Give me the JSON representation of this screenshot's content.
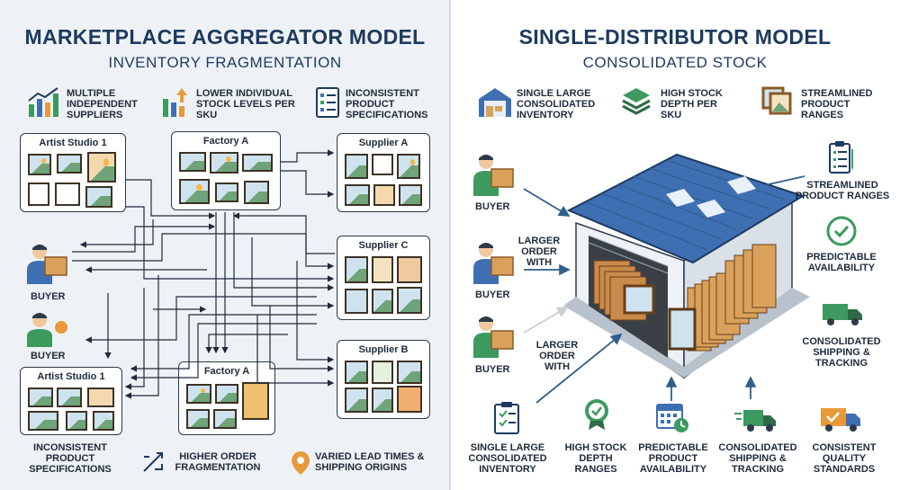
{
  "left": {
    "title": "MARKETPLACE AGGREGATOR MODEL",
    "subtitle": "INVENTORY FRAGMENTATION",
    "top_features": [
      {
        "icon": "bar-chart-icon",
        "label": "MULTIPLE INDEPENDENT SUPPLIERS"
      },
      {
        "icon": "declining-bars-icon",
        "label": "LOWER INDIVIDUAL STOCK LEVELS PER SKU"
      },
      {
        "icon": "checklist-icon",
        "label": "INCONSISTENT PRODUCT SPECIFICATIONS"
      }
    ],
    "sources": [
      "Artist Studio 1",
      "Factory A",
      "Supplier A",
      "Supplier C",
      "Artist Studio 1",
      "Factory A",
      "Supplier B"
    ],
    "buyers": [
      "BUYER",
      "BUYER"
    ],
    "bottom_features": [
      {
        "icon": "",
        "label": "INCONSISTENT PRODUCT SPECIFICATIONS"
      },
      {
        "icon": "fragmentation-arrows-icon",
        "label": "HIGHER ORDER FRAGMENTATION"
      },
      {
        "icon": "location-pin-icon",
        "label": "VARIED LEAD TIMES & SHIPPING ORIGINS"
      }
    ]
  },
  "right": {
    "title": "SINGLE-DISTRIBUTOR MODEL",
    "subtitle": "CONSOLIDATED STOCK",
    "top_features": [
      {
        "icon": "warehouse-icon",
        "label": "SINGLE LARGE CONSOLIDATED INVENTORY"
      },
      {
        "icon": "stacked-layers-icon",
        "label": "HIGH STOCK DEPTH PER SKU"
      },
      {
        "icon": "framed-pictures-icon",
        "label": "STREAMLINED PRODUCT RANGES"
      }
    ],
    "buyers": [
      "BUYER",
      "BUYER",
      "BUYER"
    ],
    "order_labels": [
      "LARGER ORDER WITH",
      "LARGER ORDER WITH"
    ],
    "side_features": [
      {
        "icon": "clipboard-icon",
        "label": "STREAMLINED PRODUCT RANGES"
      },
      {
        "icon": "check-circle-icon",
        "label": "PREDICTABLE AVAILABILITY"
      },
      {
        "icon": "delivery-truck-icon",
        "label": "CONSOLIDATED SHIPPING & TRACKING"
      }
    ],
    "bottom_features": [
      {
        "icon": "clipboard-check-icon",
        "label": "SINGLE LARGE CONSOLIDATED INVENTORY"
      },
      {
        "icon": "badge-check-icon",
        "label": "HIGH STOCK DEPTH RANGES"
      },
      {
        "icon": "calendar-clock-icon",
        "label": "PREDICTABLE PRODUCT AVAILABILITY"
      },
      {
        "icon": "fast-truck-icon",
        "label": "CONSOLIDATED SHIPPING & TRACKING"
      },
      {
        "icon": "truck-check-icon",
        "label": "CONSISTENT QUALITY STANDARDS"
      }
    ]
  },
  "colors": {
    "navy": "#1d3a5f",
    "roof_blue": "#3f6fb3",
    "icon_green": "#3c9a5f",
    "icon_orange": "#e89a3a",
    "arrow_blue": "#2f5f8a"
  }
}
